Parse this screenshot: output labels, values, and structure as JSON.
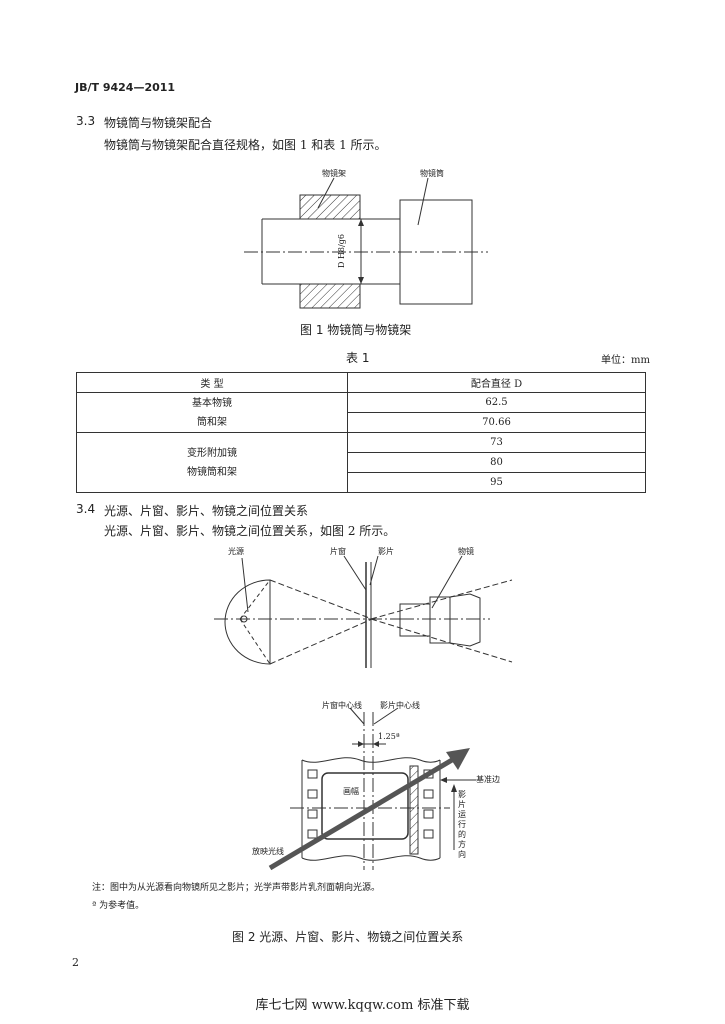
{
  "header": {
    "code": "JB/T 9424—2011"
  },
  "sec33": {
    "num": "3.3",
    "title": "物镜筒与物镜架配合",
    "text": "物镜筒与物镜架配合直径规格，如图 1 和表 1 所示。"
  },
  "fig1": {
    "label_frame": "物镜架",
    "label_tube": "物镜筒",
    "label_dim": "D H8/g6",
    "caption": "图 1   物镜筒与物镜架"
  },
  "table1": {
    "title": "表   1",
    "unit": "单位：mm",
    "col1": "类   型",
    "col2": "配合直径   D",
    "groups": [
      {
        "type_line1": "基本物镜",
        "type_line2": "筒和架",
        "values": [
          "62.5",
          "70.66"
        ]
      },
      {
        "type_line1": "变形附加镜",
        "type_line2": "物镜筒和架",
        "values": [
          "73",
          "80",
          "95"
        ]
      }
    ]
  },
  "sec34": {
    "num": "3.4",
    "title": "光源、片窗、影片、物镜之间位置关系",
    "text": "光源、片窗、影片、物镜之间位置关系，如图 2 所示。"
  },
  "fig2": {
    "label_light": "光源",
    "label_gate": "片窗",
    "label_film": "影片",
    "label_lens": "物镜",
    "label_gate_center": "片窗中心线",
    "label_film_center": "影片中心线",
    "label_offset": "1.25ª",
    "label_ref_edge": "基准边",
    "label_frame": "画幅",
    "label_direction": "影片运行的方向",
    "label_beam": "放映光线",
    "note": "注：图中为从光源看向物镜所见之影片；光学声带影片乳剂面朝向光源。",
    "note_a": "ª 为参考值。",
    "caption": "图 2   光源、片窗、影片、物镜之间位置关系"
  },
  "page_number": "2",
  "footer": "库七七网    www.kqqw.com    标准下载"
}
